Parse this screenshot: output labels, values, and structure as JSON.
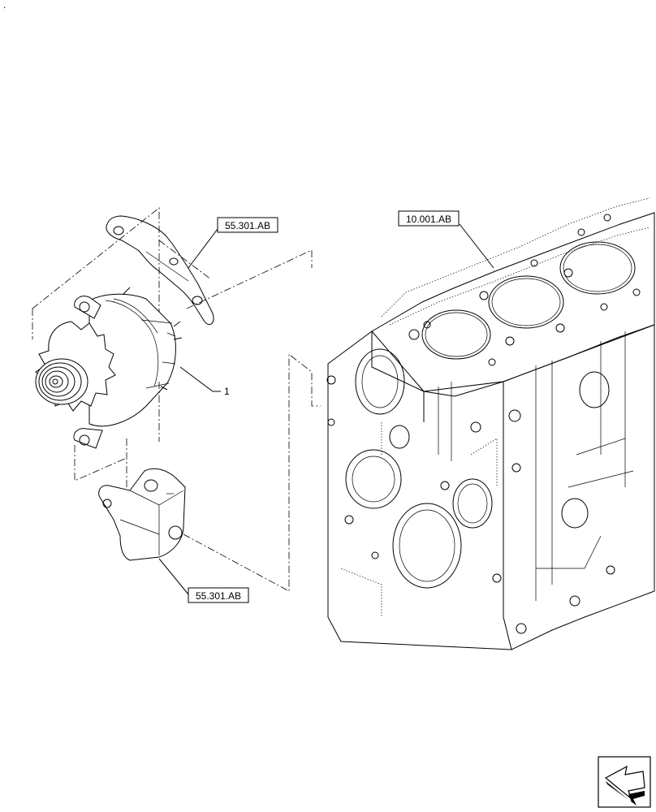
{
  "corner_mark": ".",
  "callouts": {
    "bracket_upper": "55.301.AB",
    "engine_block": "10.001.AB",
    "bracket_lower": "55.301.AB",
    "alternator_item": "1"
  },
  "icons": {
    "navigation": "arrow-icon"
  }
}
